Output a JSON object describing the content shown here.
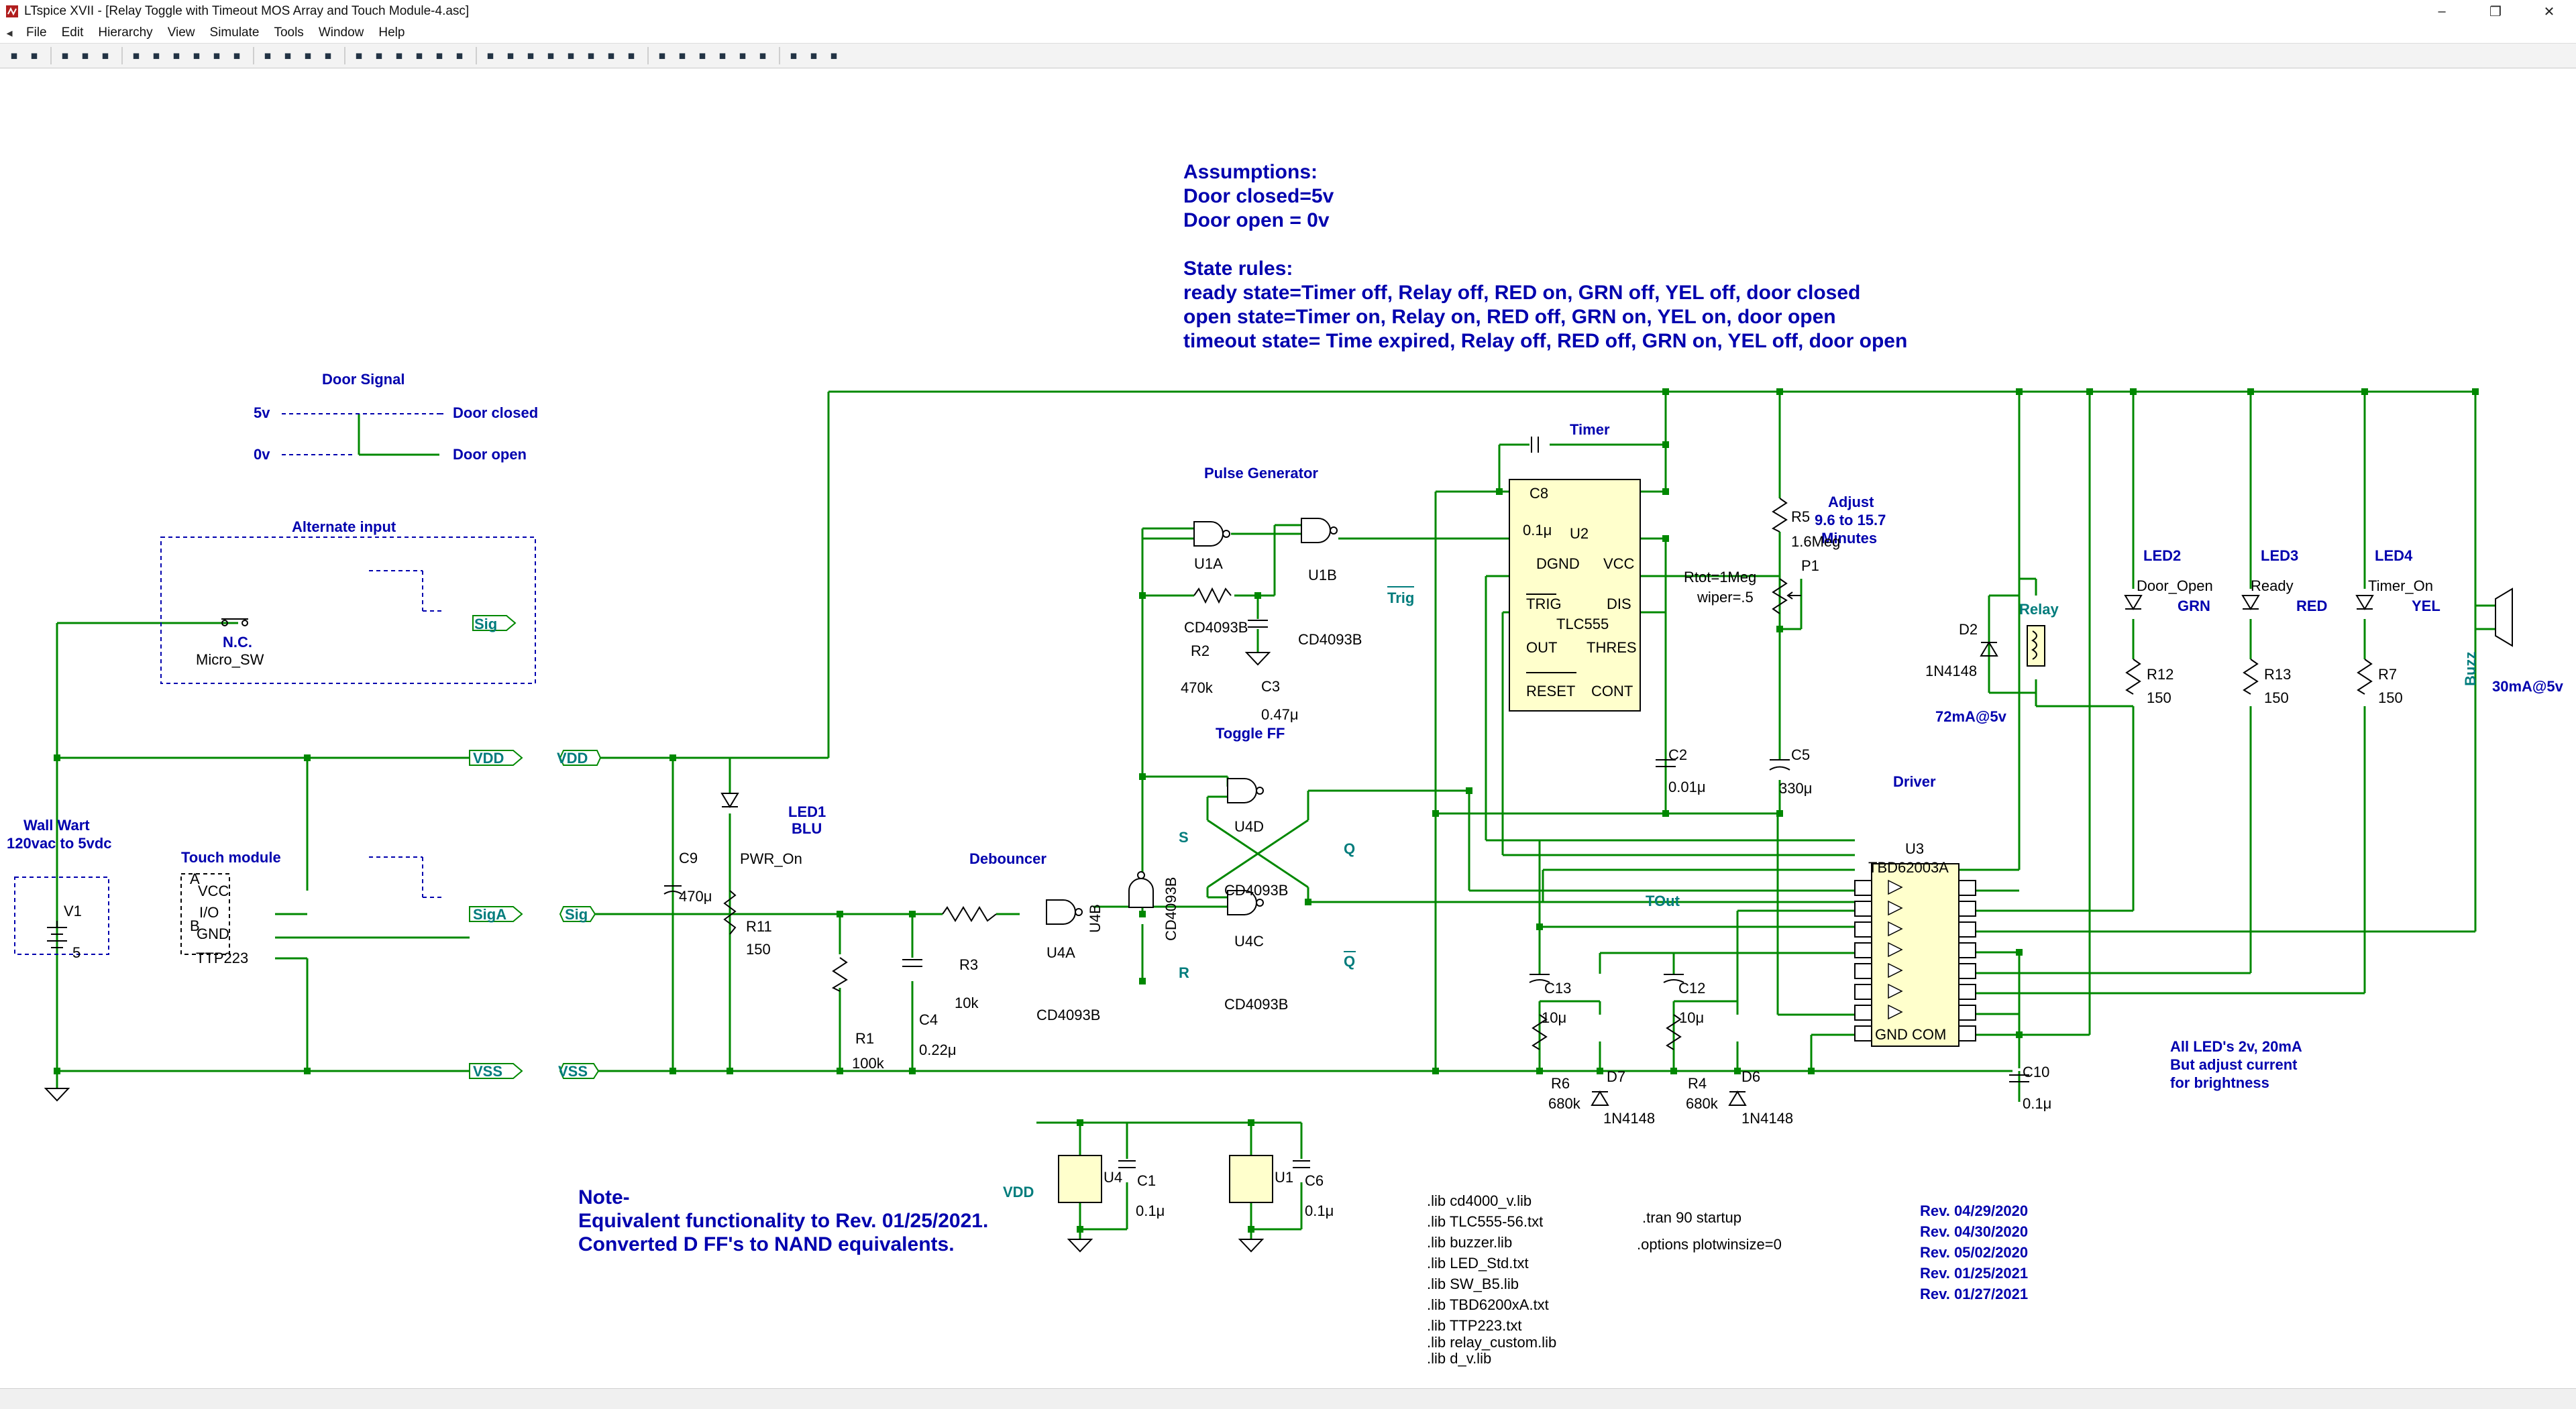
{
  "window": {
    "title": "LTspice XVII - [Relay Toggle with Timeout MOS Array and Touch Module-4.asc]",
    "controls": [
      "–",
      "❐",
      "✕"
    ]
  },
  "menu": [
    "File",
    "Edit",
    "Hierarchy",
    "View",
    "Simulate",
    "Tools",
    "Window",
    "Help"
  ],
  "toolbar": {
    "icons": [
      "run-icon",
      "open-icon",
      "save-icon",
      "control-panel-icon",
      "pan-icon",
      "hand-icon",
      "zoom-in-icon",
      "zoom-area-icon",
      "zoom-out-icon",
      "zoom-fit-icon",
      "view-icon",
      "print-preview-icon",
      "tile-horizontal-icon",
      "tile-vertical-icon",
      "cascade-icon",
      "close-window-icon",
      "cut-icon",
      "copy-icon",
      "paste-icon",
      "find-icon",
      "print-icon",
      "setup-icon",
      "wire-icon",
      "ground-icon",
      "label-icon",
      "resistor-icon",
      "capacitor-icon",
      "inductor-icon",
      "diode-icon",
      "component-icon",
      "rotate-icon",
      "mirror-icon",
      "drag-icon",
      "move-icon",
      "undo-icon",
      "redo-icon",
      "text-icon",
      "spice-directive-icon"
    ]
  },
  "schematic": {
    "assumptions": {
      "heading": "Assumptions:",
      "lines": [
        "Door closed=5v",
        "Door open = 0v",
        "",
        "State rules:",
        "ready state=Timer off, Relay off, RED on, GRN off, YEL off, door closed",
        "open state=Timer on, Relay on, RED off, GRN on, YEL on, door open",
        "timeout state= Time expired, Relay off, RED off, GRN on, YEL off, door open"
      ]
    },
    "door_signal": {
      "title": "Door Signal",
      "v5": "5v",
      "v0": "0v",
      "closed": "Door closed",
      "open": "Door open"
    },
    "alternate_input": {
      "title": "Alternate input",
      "switch": "Micro_SW",
      "nc": "N.C.",
      "port": "Sig"
    },
    "wall_wart": {
      "line1": "Wall Wart",
      "line2": "120vac to 5vdc",
      "ref": "V1",
      "value": "5"
    },
    "touch_module": {
      "title": "Touch module",
      "pins": [
        "A",
        "B",
        "VCC",
        "I/O",
        "GND"
      ],
      "part": "TTP223"
    },
    "ports": {
      "vdd": "VDD",
      "siga": "SigA",
      "vss": "VSS",
      "sig": "Sig",
      "vdd_bottom": "VDD"
    },
    "components": {
      "c9": {
        "ref": "C9",
        "value": "470μ"
      },
      "r11": {
        "ref": "R11",
        "value": "150"
      },
      "led1": {
        "ref": "PWR_On",
        "label": "LED1",
        "color": "BLU"
      },
      "r1": {
        "ref": "R1",
        "value": "100k"
      },
      "c4": {
        "ref": "C4",
        "value": "0.22μ"
      },
      "r3": {
        "ref": "R3",
        "value": "10k"
      },
      "r2": {
        "ref": "R2",
        "value": "470k"
      },
      "c3": {
        "ref": "C3",
        "value": "0.47μ"
      },
      "c8": {
        "ref": "C8",
        "value": "0.1μ"
      },
      "c2": {
        "ref": "C2",
        "value": "0.01μ"
      },
      "c5": {
        "ref": "C5",
        "value": "330μ"
      },
      "r5": {
        "ref": "R5",
        "value": "1.6Meg"
      },
      "p1": {
        "ref": "P1",
        "rtot": "Rtot=1Meg",
        "wiper": "wiper=.5"
      },
      "c13": {
        "ref": "C13",
        "value": "10μ"
      },
      "c12": {
        "ref": "C12",
        "value": "10μ"
      },
      "r6": {
        "ref": "R6",
        "value": "680k"
      },
      "r4": {
        "ref": "R4",
        "value": "680k"
      },
      "d7": {
        "ref": "D7",
        "value": "1N4148"
      },
      "d6": {
        "ref": "D6",
        "value": "1N4148"
      },
      "d2": {
        "ref": "D2",
        "value": "1N4148"
      },
      "c10": {
        "ref": "C10",
        "value": "0.1μ"
      },
      "c1": {
        "ref": "C1",
        "value": "0.1μ"
      },
      "c6": {
        "ref": "C6",
        "value": "0.1μ"
      },
      "r12": {
        "ref": "R12",
        "value": "150"
      },
      "r13": {
        "ref": "R13",
        "value": "150"
      },
      "r7": {
        "ref": "R7",
        "value": "150"
      }
    },
    "gates": {
      "u1a": {
        "ref": "U1A",
        "part": "CD4093B"
      },
      "u1b": {
        "ref": "U1B",
        "part": "CD4093B"
      },
      "u4a": {
        "ref": "U4A",
        "part": "CD4093B"
      },
      "u4b": {
        "ref": "U4B",
        "part": "CD4093B"
      },
      "u4c": {
        "ref": "U4C",
        "part": "CD4093B"
      },
      "u4d": {
        "ref": "U4D",
        "part": "CD4093B"
      }
    },
    "blocks": {
      "pulse_gen": "Pulse Generator",
      "timer": "Timer",
      "toggle_ff": "Toggle FF",
      "debouncer": "Debouncer",
      "driver": "Driver",
      "relay": "Relay",
      "buzz": "Buzz",
      "adjust": [
        "Adjust",
        "9.6 to 15.7",
        "Minutes"
      ]
    },
    "u2": {
      "ref": "U2",
      "part": "TLC555",
      "pins_left": [
        "DGND",
        "TRIG",
        "OUT",
        "RESET"
      ],
      "pins_right": [
        "VCC",
        "DIS",
        "THRES",
        "CONT"
      ]
    },
    "u3": {
      "ref": "U3",
      "part": "TBD62003A",
      "gnd_label": "GND COM"
    },
    "nets": {
      "trig": "Trig",
      "s": "S",
      "q": "Q",
      "r": "R",
      "qbar": "Q",
      "tout": "TOut"
    },
    "leds": {
      "led2": {
        "label": "LED2",
        "ref": "Door_Open",
        "color": "GRN"
      },
      "led3": {
        "label": "LED3",
        "ref": "Ready",
        "color": "RED"
      },
      "led4": {
        "label": "LED4",
        "ref": "Timer_On",
        "color": "YEL"
      }
    },
    "currents": {
      "relay": "72mA@5v",
      "buzz": "30mA@5v"
    },
    "led_note": [
      "All LED's 2v, 20mA",
      "But adjust current",
      "for brightness"
    ],
    "note": [
      "Note-",
      "Equivalent functionality to Rev. 01/25/2021.",
      "Converted D FF's to NAND equivalents."
    ],
    "libs": [
      ".lib cd4000_v.lib",
      ".lib TLC555-56.txt",
      ".lib buzzer.lib",
      ".lib LED_Std.txt",
      ".lib SW_B5.lib",
      ".lib TBD6200xA.txt",
      ".lib TTP223.txt",
      ".lib relay_custom.lib",
      ".lib d_v.lib"
    ],
    "directives": [
      ".tran 90 startup",
      ".options plotwinsize=0"
    ],
    "revisions": [
      "Rev. 04/29/2020",
      "Rev. 04/30/2020",
      "Rev. 05/02/2020",
      "Rev. 01/25/2021",
      "Rev. 01/27/2021"
    ],
    "supply_refs": {
      "u4": "U4",
      "u1": "U1"
    }
  },
  "colors": {
    "wire": "#008800",
    "text": "#000000",
    "label": "#0000ae",
    "net": "#007c7c",
    "comp_fill": "#ffffcc",
    "bg": "#ffffff"
  }
}
